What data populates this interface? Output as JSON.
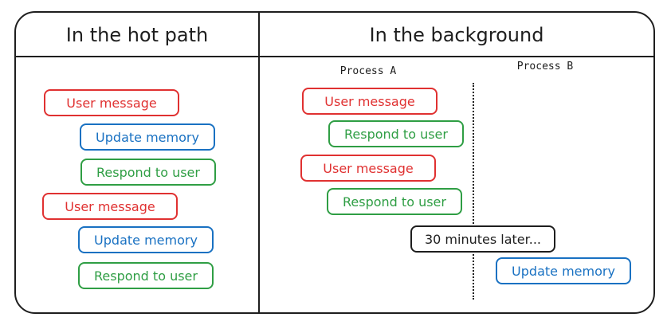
{
  "left_column": {
    "title": "In the hot path",
    "steps": [
      "User message",
      "Update memory",
      "Respond to user",
      "User message",
      "Update memory",
      "Respond to user"
    ]
  },
  "right_column": {
    "title": "In the background",
    "process_a_label": "Process A",
    "process_b_label": "Process B",
    "steps": [
      "User message",
      "Respond to user",
      "User message",
      "Respond to user"
    ],
    "delay_note": "30 minutes later...",
    "deferred_step": "Update memory"
  },
  "colors": {
    "user_message": "#e03131",
    "update_memory": "#1971c2",
    "respond": "#2f9e44",
    "outline": "#1e1e1e"
  }
}
